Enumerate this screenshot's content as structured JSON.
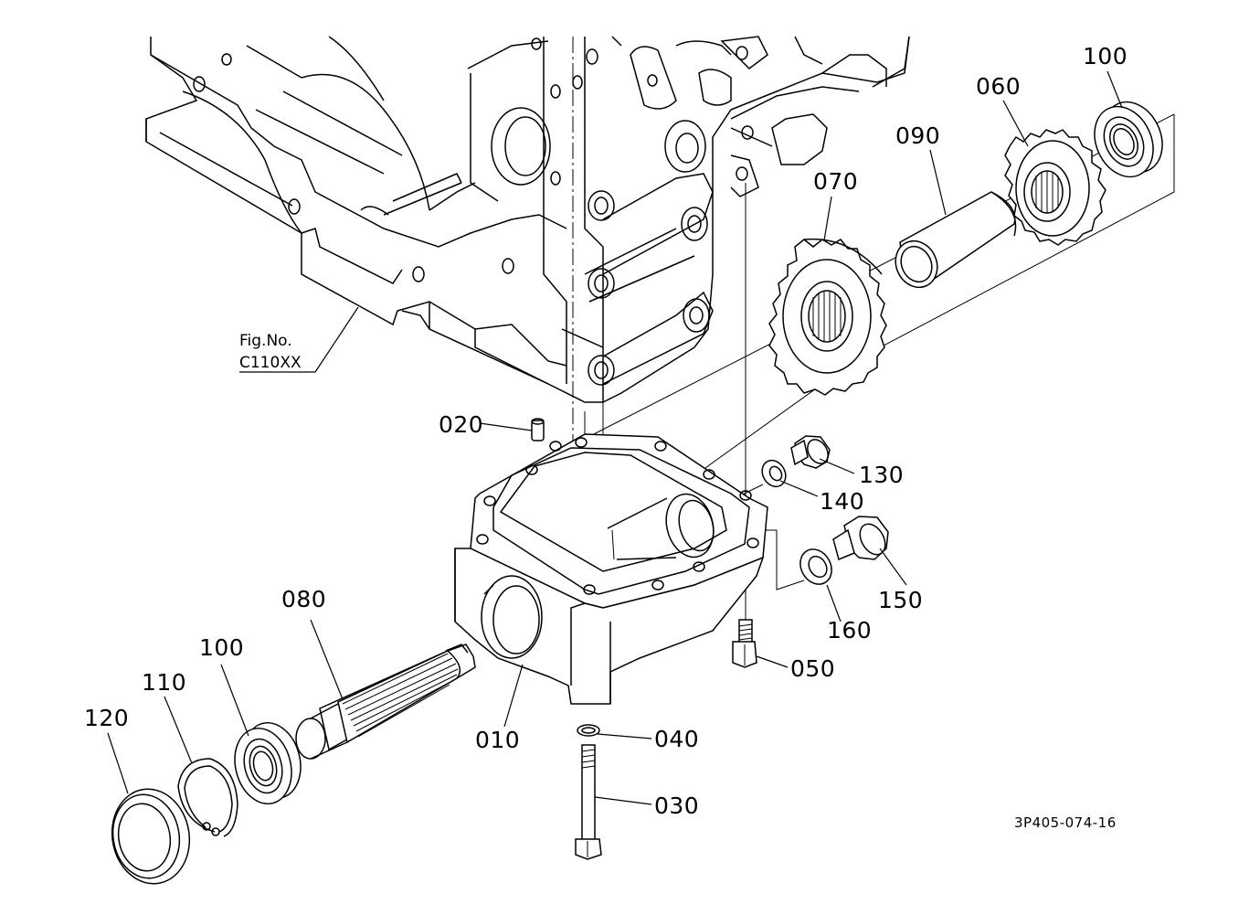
{
  "figure_reference": {
    "line1": "Fig.No.",
    "line2": "C110XX"
  },
  "drawing_code": "3P405-074-16",
  "parts": [
    {
      "id": "part-010",
      "label": "010"
    },
    {
      "id": "part-020",
      "label": "020"
    },
    {
      "id": "part-030",
      "label": "030"
    },
    {
      "id": "part-040",
      "label": "040"
    },
    {
      "id": "part-050",
      "label": "050"
    },
    {
      "id": "part-060",
      "label": "060"
    },
    {
      "id": "part-070",
      "label": "070"
    },
    {
      "id": "part-080",
      "label": "080"
    },
    {
      "id": "part-090",
      "label": "090"
    },
    {
      "id": "part-100-top",
      "label": "100"
    },
    {
      "id": "part-100-left",
      "label": "100"
    },
    {
      "id": "part-110",
      "label": "110"
    },
    {
      "id": "part-120",
      "label": "120"
    },
    {
      "id": "part-130",
      "label": "130"
    },
    {
      "id": "part-140",
      "label": "140"
    },
    {
      "id": "part-150",
      "label": "150"
    },
    {
      "id": "part-160",
      "label": "160"
    }
  ]
}
